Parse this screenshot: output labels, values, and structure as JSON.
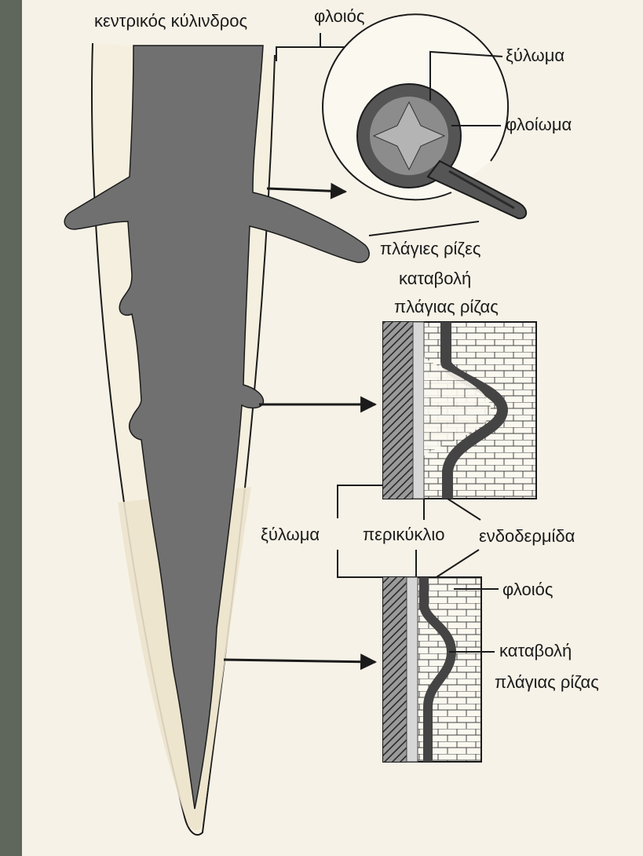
{
  "labels": {
    "central_cylinder": "κεντρικός κύλινδρος",
    "cortex_top": "φλοιός",
    "xylem_top": "ξύλωμα",
    "phloem": "φλοίωμα",
    "lateral_roots": "πλάγιες ρίζες",
    "primordium_line1": "καταβολή",
    "primordium_line2": "πλάγιας ρίζας",
    "xylem_mid": "ξύλωμα",
    "pericycle": "περικύκλιο",
    "endodermis": "ενδοδερμίδα",
    "cortex_bottom": "φλοιός",
    "primordium_bottom_line1": "καταβολή",
    "primordium_bottom_line2": "πλάγιας ρίζας"
  },
  "colors": {
    "page_background": "#6b7368",
    "paper": "#f6f2e7",
    "root_cap_tint": "#ece3cc",
    "central_cylinder_fill": "#707070",
    "dark_tissue": "#4c4c4c",
    "line": "#1b1b1b"
  }
}
